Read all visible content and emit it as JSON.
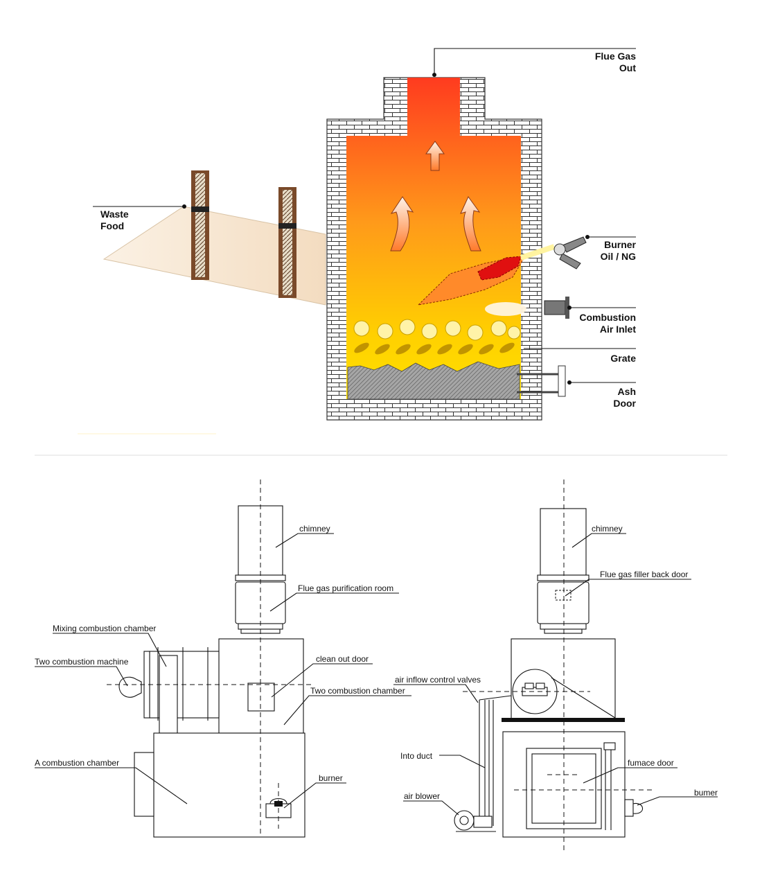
{
  "top_diagram": {
    "labels": {
      "flue_gas_out_1": "Flue Gas",
      "flue_gas_out_2": "Out",
      "waste_food_1": "Waste",
      "waste_food_2": "Food",
      "burner_1": "Burner",
      "burner_2": "Oil / NG",
      "combustion_air_1": "Combustion",
      "combustion_air_2": "Air Inlet",
      "grate": "Grate",
      "ash_door_1": "Ash",
      "ash_door_2": "Door"
    },
    "colors": {
      "flame_top": "#ff3b1f",
      "flame_mid": "#ff9a1a",
      "flame_bottom": "#ffe100",
      "brick_outline": "#333333",
      "ash": "#9a9a9a",
      "waste_panel": "#f7e8d4"
    }
  },
  "bottom_left": {
    "labels": {
      "chimney": "chimney",
      "flue_gas_purification_room": "Flue gas purification room",
      "mixing_combustion_chamber": "Mixing combustion chamber",
      "two_combustion_machine": "Two combustion machine",
      "clean_out_door": "clean out door",
      "two_combustion_chamber": "Two combustion chamber",
      "a_combustion_chamber": "A combustion chamber",
      "burner": "burner"
    }
  },
  "bottom_right": {
    "labels": {
      "chimney": "chimney",
      "flue_gas_filler_back_door": "Flue gas filler back door",
      "air_inflow_control_valves": "air inflow control valves",
      "into_duct": "Into duct",
      "air_blower": "air blower",
      "furnace_door": "fumace door",
      "burner": "bumer"
    }
  }
}
